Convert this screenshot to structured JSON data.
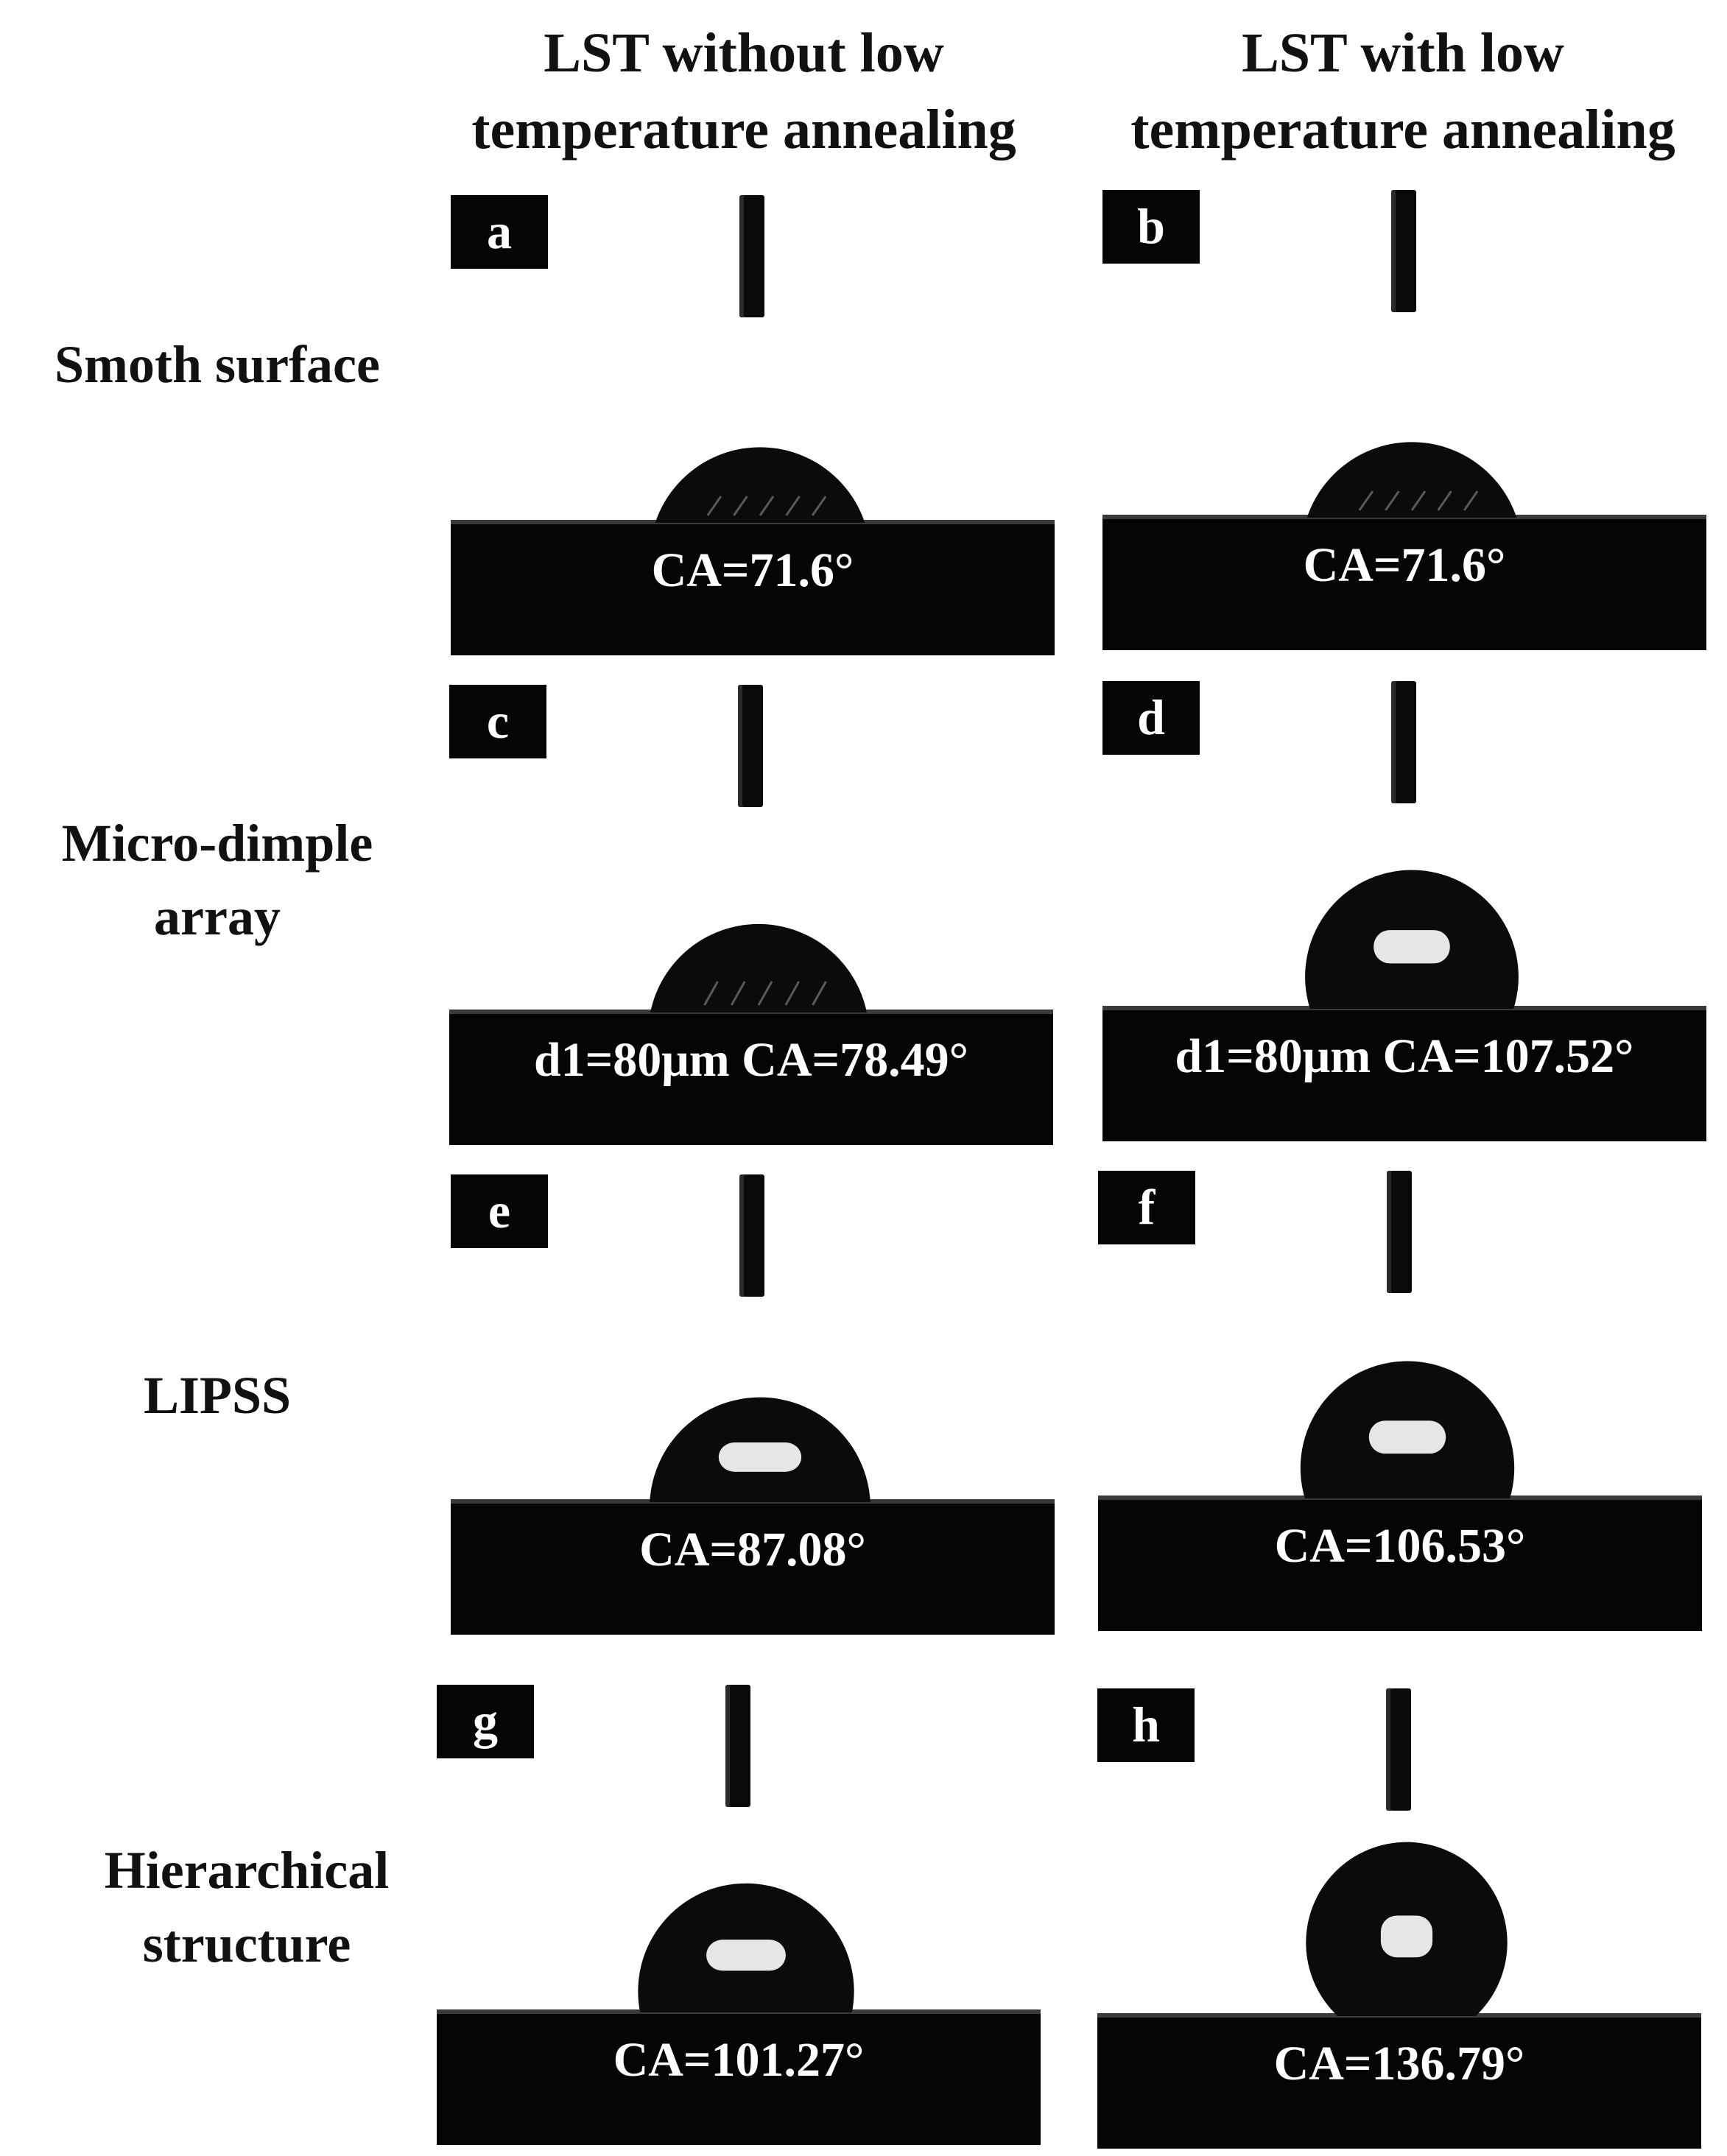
{
  "header": {
    "left_line1": "LST without low",
    "left_line2": "temperature annealing",
    "right_line1": "LST with low",
    "right_line2": "temperature annealing"
  },
  "rows": [
    {
      "label_line1": "Smoth surface",
      "label_line2": ""
    },
    {
      "label_line1": "Micro-dimple",
      "label_line2": "array"
    },
    {
      "label_line1": "LIPSS",
      "label_line2": ""
    },
    {
      "label_line1": "Hierarchical",
      "label_line2": "structure"
    }
  ],
  "panels": [
    {
      "letter": "a",
      "caption": "CA=71.6°",
      "contact_angle_deg": 71.6,
      "annealed": false
    },
    {
      "letter": "b",
      "caption": "CA=71.6°",
      "contact_angle_deg": 71.6,
      "annealed": true
    },
    {
      "letter": "c",
      "caption": "d1=80μm CA=78.49°",
      "contact_angle_deg": 78.49,
      "annealed": false
    },
    {
      "letter": "d",
      "caption": "d1=80μm CA=107.52°",
      "contact_angle_deg": 107.52,
      "annealed": true
    },
    {
      "letter": "e",
      "caption": "CA=87.08°",
      "contact_angle_deg": 87.08,
      "annealed": false
    },
    {
      "letter": "f",
      "caption": "CA=106.53°",
      "contact_angle_deg": 106.53,
      "annealed": true
    },
    {
      "letter": "g",
      "caption": "CA=101.27°",
      "contact_angle_deg": 101.27,
      "annealed": false
    },
    {
      "letter": "h",
      "caption": "CA=136.79°",
      "contact_angle_deg": 136.79,
      "annealed": true
    }
  ],
  "colors": {
    "background": "#ffffff",
    "substrate": "#050505",
    "droplet": "#0b0b0b",
    "highlight": "#f2f2f2",
    "text": "#111111"
  }
}
